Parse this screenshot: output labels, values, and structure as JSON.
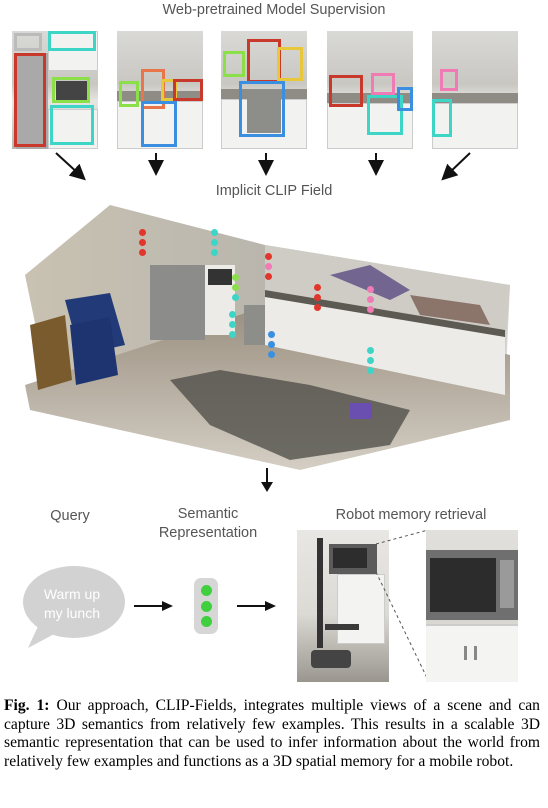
{
  "figure": {
    "top_label": "Web-pretrained Model Supervision",
    "middle_label": "Implicit CLIP Field",
    "query_label": "Query",
    "semantic_label_line1": "Semantic",
    "semantic_label_line2": "Representation",
    "retrieval_label": "Robot memory retrieval",
    "query_text_line1": "Warm up",
    "query_text_line2": "my lunch"
  },
  "caption": {
    "fig_label": "Fig. 1:",
    "text": " Our approach, CLIP-Fields, integrates multiple views of a scene and can capture 3D semantics from relatively few examples. This results in a scalable 3D semantic representation that can be used to infer information about the world from relatively few examples and functions as a 3D spatial memory for a mobile robot."
  },
  "colors": {
    "red": "#c8392b",
    "teal": "#3dd6c6",
    "green": "#8be04a",
    "blue": "#3a8fe0",
    "yellow": "#e8c83a",
    "pink": "#f07ab4",
    "orange": "#e8764a",
    "query_bubble": "#d2d2d2",
    "semantic_dot": "#3fcf3f"
  },
  "icons": [
    "down-arrow-icon",
    "right-arrow-icon",
    "speech-bubble-icon"
  ]
}
